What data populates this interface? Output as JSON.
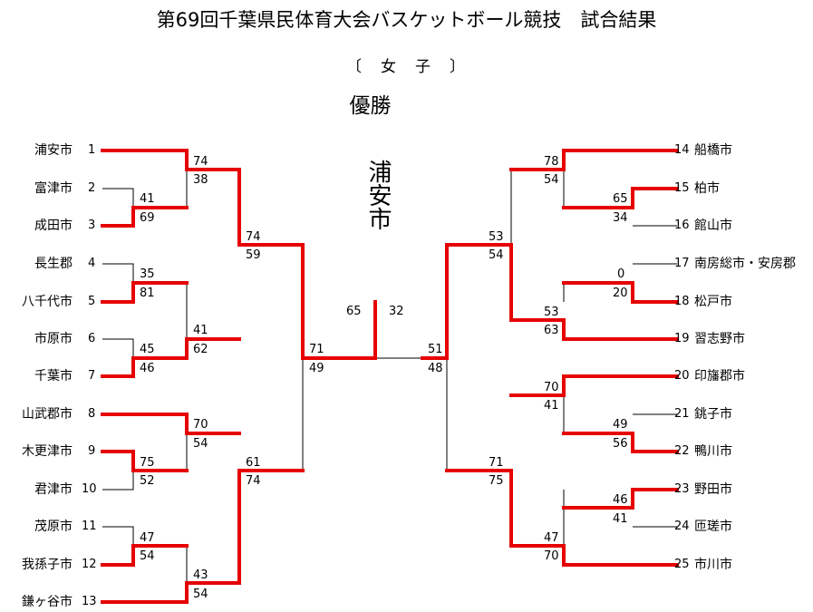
{
  "title": "第69回千葉県民体育大会バスケットボール競技　試合結果",
  "subtitle": "〔　女　子　〕",
  "champion_label": "優勝",
  "champion": "浦安市",
  "teams": [
    {
      "seed": "1",
      "name": "浦安市"
    },
    {
      "seed": "2",
      "name": "富津市"
    },
    {
      "seed": "3",
      "name": "成田市"
    },
    {
      "seed": "4",
      "name": "長生郡"
    },
    {
      "seed": "5",
      "name": "八千代市"
    },
    {
      "seed": "6",
      "name": "市原市"
    },
    {
      "seed": "7",
      "name": "千葉市"
    },
    {
      "seed": "8",
      "name": "山武郡市"
    },
    {
      "seed": "9",
      "name": "木更津市"
    },
    {
      "seed": "10",
      "name": "君津市"
    },
    {
      "seed": "11",
      "name": "茂原市"
    },
    {
      "seed": "12",
      "name": "我孫子市"
    },
    {
      "seed": "13",
      "name": "鎌ヶ谷市"
    },
    {
      "seed": "14",
      "name": "船橋市"
    },
    {
      "seed": "15",
      "name": "柏市"
    },
    {
      "seed": "16",
      "name": "館山市"
    },
    {
      "seed": "17",
      "name": "南房総市・安房郡"
    },
    {
      "seed": "18",
      "name": "松戸市"
    },
    {
      "seed": "19",
      "name": "習志野市"
    },
    {
      "seed": "20",
      "name": "印旛郡市"
    },
    {
      "seed": "21",
      "name": "銚子市"
    },
    {
      "seed": "22",
      "name": "鴨川市"
    },
    {
      "seed": "23",
      "name": "野田市"
    },
    {
      "seed": "24",
      "name": "匝瑳市"
    },
    {
      "seed": "25",
      "name": "市川市"
    }
  ],
  "scores": [
    "74",
    "38",
    "41",
    "69",
    "35",
    "81",
    "45",
    "46",
    "41",
    "62",
    "70",
    "54",
    "75",
    "52",
    "47",
    "54",
    "43",
    "54",
    "74",
    "59",
    "61",
    "74",
    "71",
    "49",
    "65",
    "32",
    "78",
    "54",
    "65",
    "34",
    "0",
    "20",
    "53",
    "63",
    "70",
    "41",
    "49",
    "56",
    "46",
    "41",
    "47",
    "70",
    "53",
    "54",
    "71",
    "75",
    "51",
    "48"
  ]
}
